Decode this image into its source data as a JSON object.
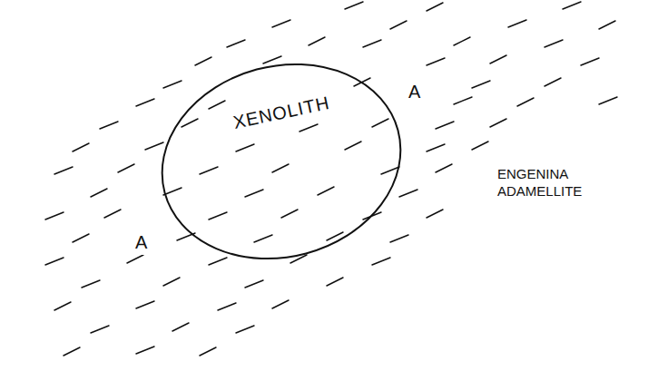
{
  "diagram": {
    "nodes": [
      {
        "text": [
          "XENOLITH"
        ]
      }
    ],
    "labels": [
      "A",
      "A",
      "ENGENINA ADAMELLITE"
    ]
  }
}
